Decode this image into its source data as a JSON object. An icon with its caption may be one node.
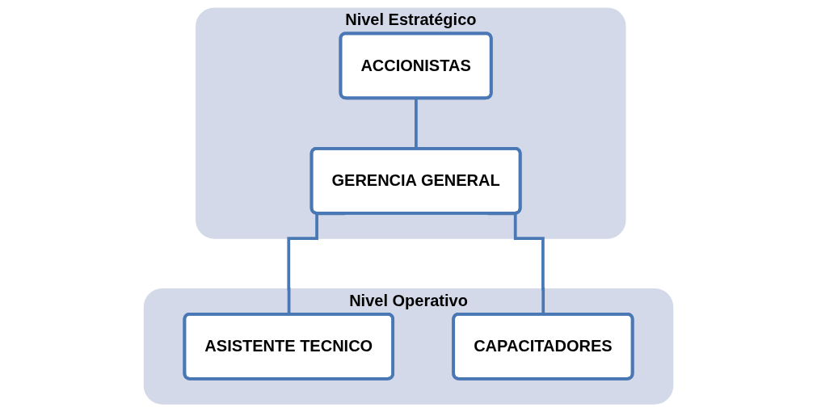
{
  "diagram": {
    "nodes": [
      {
        "text": [
          "Nivel Estratégico"
        ]
      },
      {
        "text": [
          "ACCIONISTAS"
        ],
        "in": 0
      },
      {
        "text": [
          "GERENCIA GENERAL"
        ],
        "in": 0
      },
      {
        "text": [
          "Nivel Operativo"
        ]
      },
      {
        "text": [
          "ASISTENTE TECNICO"
        ],
        "in": 3
      },
      {
        "text": [
          "CAPACITADORES"
        ],
        "in": 3
      }
    ],
    "edges": [
      {
        "from": 1,
        "to": 2,
        "arrow": "none"
      },
      {
        "from": 2,
        "to": 4,
        "arrow": "none"
      },
      {
        "from": 2,
        "to": 5,
        "arrow": "none"
      }
    ]
  }
}
